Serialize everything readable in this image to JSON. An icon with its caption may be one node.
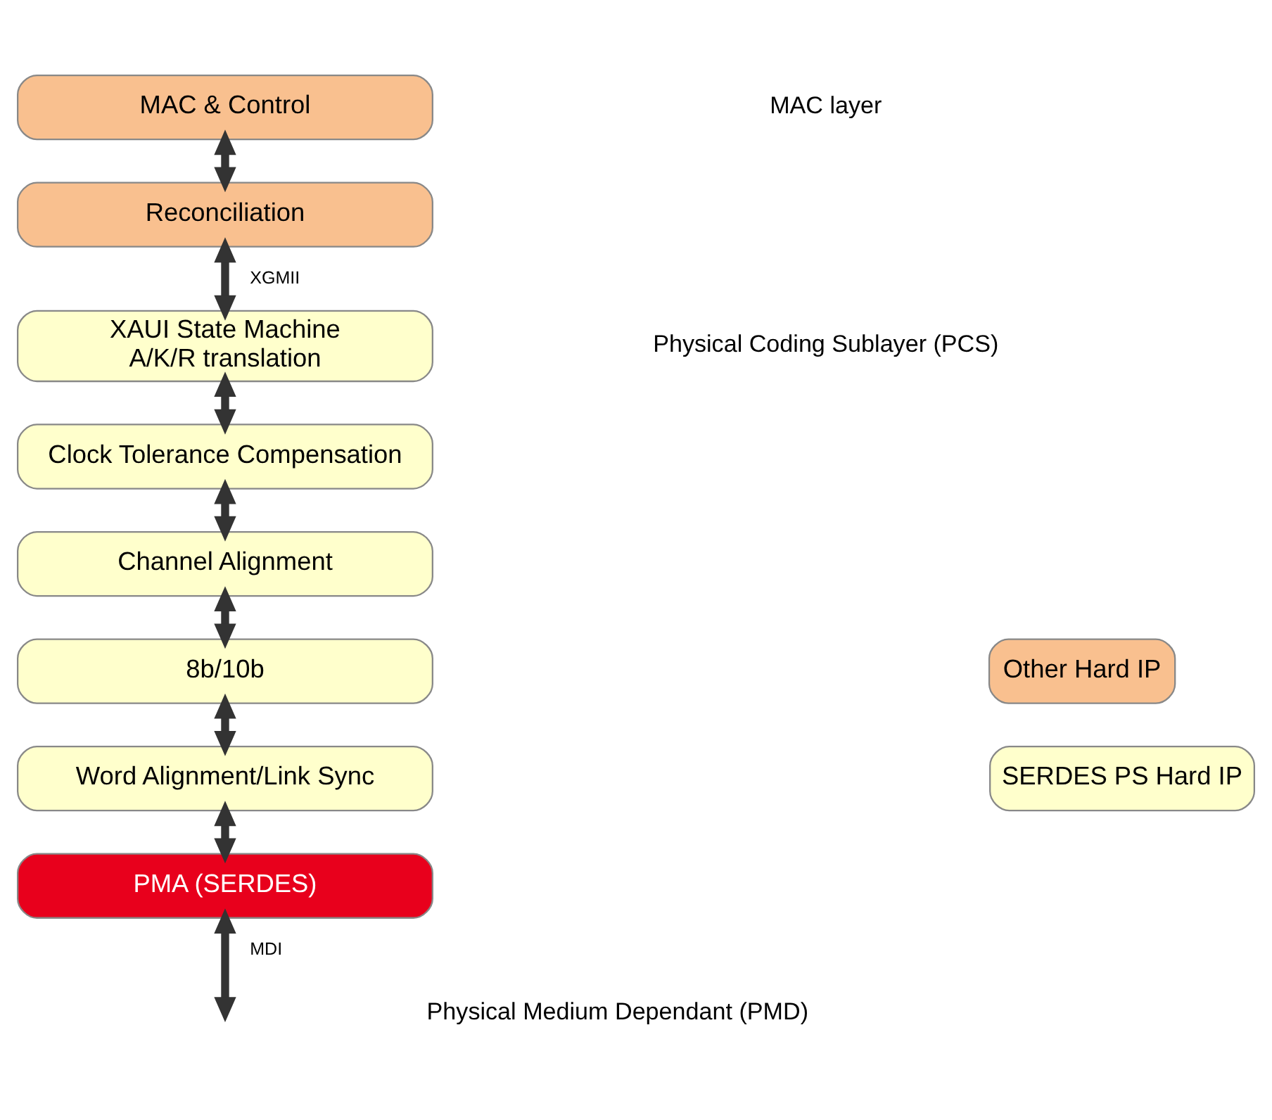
{
  "diagram": {
    "nodes": [
      {
        "text": [
          "MAC & Control"
        ]
      },
      {
        "text": [
          "Reconciliation"
        ]
      },
      {
        "text": [
          "XAUI State Machine",
          "A/K/R translation"
        ]
      },
      {
        "text": [
          "Clock Tolerance Compensation"
        ]
      },
      {
        "text": [
          "Channel Alignment"
        ]
      },
      {
        "text": [
          "8b/10b"
        ]
      },
      {
        "text": [
          "Word Alignment/Link Sync"
        ]
      },
      {
        "text": [
          "PMA (SERDES)"
        ]
      },
      {
        "text": [
          "Other Hard IP"
        ]
      },
      {
        "text": [
          "SERDES PS Hard IP"
        ]
      }
    ],
    "edges": [
      {
        "from": 0,
        "to": 1,
        "arrow": "both"
      },
      {
        "from": 1,
        "to": 2,
        "arrow": "both",
        "label": "XGMII"
      },
      {
        "from": 2,
        "to": 3,
        "arrow": "both"
      },
      {
        "from": 3,
        "to": 4,
        "arrow": "both"
      },
      {
        "from": 4,
        "to": 5,
        "arrow": "both"
      },
      {
        "from": 5,
        "to": 6,
        "arrow": "both"
      },
      {
        "from": 6,
        "to": 7,
        "arrow": "both"
      },
      {
        "from": 7,
        "to": null,
        "arrow": "both",
        "label": "MDI"
      }
    ],
    "labels": [
      "MAC layer",
      "Physical Coding Sublayer (PCS)",
      "Physical Medium Dependant (PMD)"
    ]
  }
}
